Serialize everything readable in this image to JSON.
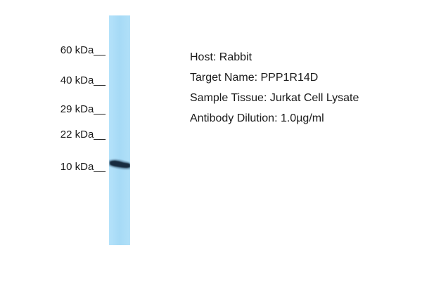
{
  "markers": [
    {
      "label": "60 kDa__"
    },
    {
      "label": "40 kDa__"
    },
    {
      "label": "29 kDa__"
    },
    {
      "label": "22 kDa__"
    },
    {
      "label": "10 kDa__"
    }
  ],
  "info": {
    "host": "Host: Rabbit",
    "target": "Target Name: PPP1R14D",
    "tissue": "Sample Tissue: Jurkat Cell Lysate",
    "dilution": "Antibody Dilution: 1.0µg/ml"
  },
  "colors": {
    "lane": "#a9dcf7",
    "band": "#0d1e2b"
  }
}
